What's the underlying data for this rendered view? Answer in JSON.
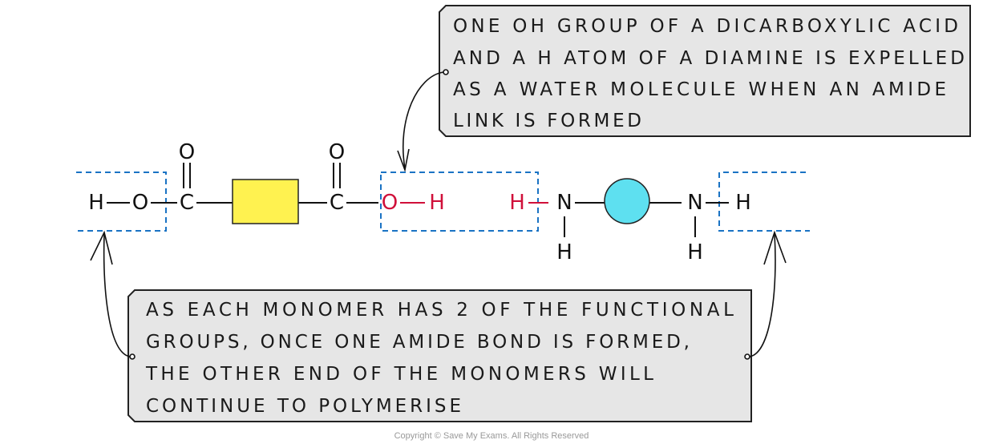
{
  "top_note": {
    "lines": [
      "ONE  OH  GROUP  OF  A  DICARBOXYLIC  ACID",
      "AND  A  H  ATOM  OF  A  DIAMINE  IS  EXPELLED",
      "AS  A  WATER  MOLECULE  WHEN  AN  AMIDE",
      "LINK  IS  FORMED"
    ]
  },
  "bottom_note": {
    "lines": [
      "AS  EACH  MONOMER  HAS  2  OF  THE  FUNCTIONAL",
      "GROUPS,  ONCE  ONE  AMIDE  BOND  IS  FORMED,",
      "THE  OTHER  END  OF  THE  MONOMERS  WILL",
      "CONTINUE  TO  POLYMERISE"
    ]
  },
  "atoms": {
    "h": "H",
    "o": "O",
    "c": "C",
    "n": "N"
  },
  "colors": {
    "removed": "#d0103a",
    "dicarboxylic_block": "#fff250",
    "diamine_block": "#5ee0f0",
    "dashed_box": "#1a73c4",
    "note_fill": "#e6e6e6"
  },
  "copyright": "Copyright © Save My Exams. All Rights Reserved"
}
